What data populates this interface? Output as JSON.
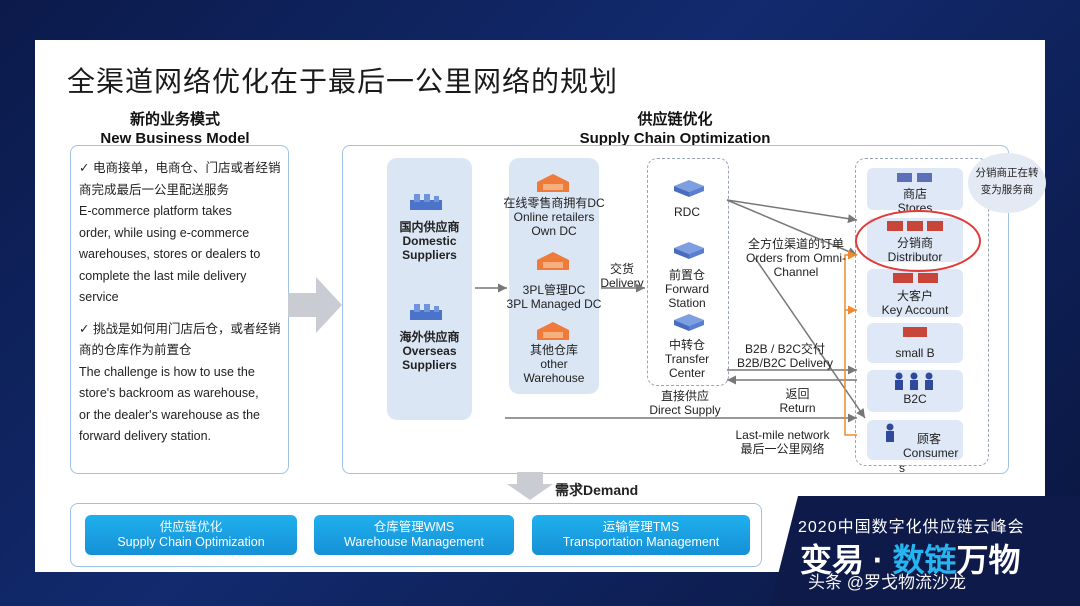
{
  "title": "全渠道网络优化在于最后一公里网络的规划",
  "left_section": {
    "heading_cn": "新的业务模式",
    "heading_en": "New Business Model",
    "bullets": [
      {
        "marker": "✓",
        "cn1": "电商接单，电商仓、门店或者经销",
        "cn2": "商完成最后一公里配送服务",
        "en1": "E-commerce platform takes",
        "en2": "order, while using e-commerce",
        "en3": "warehouses, stores or dealers to",
        "en4": "complete the last mile delivery",
        "en5": "service"
      },
      {
        "marker": "✓",
        "cn1": "挑战是如何用门店后仓，或者经销",
        "cn2": "商的仓库作为前置仓",
        "en1": "The challenge is how to use the",
        "en2": "store's backroom as warehouse,",
        "en3": "or the dealer's warehouse as the",
        "en4": "forward delivery station.",
        "en5": ""
      }
    ]
  },
  "right_section": {
    "heading_cn": "供应链优化",
    "heading_en": "Supply Chain Optimization",
    "suppliers": {
      "domestic_cn": "国内供应商",
      "domestic_en1": "Domestic",
      "domestic_en2": "Suppliers",
      "overseas_cn": "海外供应商",
      "overseas_en1": "Overseas",
      "overseas_en2": "Suppliers"
    },
    "dc": {
      "online_cn": "在线零售商拥有DC",
      "online_en1": "Online retailers",
      "online_en2": "Own DC",
      "tpl_cn": "3PL管理DC",
      "tpl_en": "3PL Managed DC",
      "other_cn": "其他仓库",
      "other_en1": "other",
      "other_en2": "Warehouse"
    },
    "delivery_cn": "交货",
    "delivery_en": "Delivery",
    "stations": {
      "rdc": "RDC",
      "forward_cn": "前置仓",
      "forward_en1": "Forward",
      "forward_en2": "Station",
      "transfer_cn": "中转仓",
      "transfer_en1": "Transfer",
      "transfer_en2": "Center"
    },
    "omni_cn": "全方位渠道的订单",
    "omni_en1": "Orders from Omni-",
    "omni_en2": "Channel",
    "b2b_cn": "B2B / B2C交付",
    "b2b_en": "B2B/B2C Delivery",
    "direct_cn": "直接供应",
    "direct_en": "Direct Supply",
    "return_cn": "返回",
    "return_en": "Return",
    "lastmile_en": "Last-mile network",
    "lastmile_cn": "最后一公里网络",
    "customers": {
      "stores_cn": "商店",
      "stores_en": "Stores",
      "distributor_cn": "分销商",
      "distributor_en": "Distributor",
      "key_cn": "大客户",
      "key_en": "Key Account",
      "smallb": "small B",
      "b2c": "B2C",
      "consumer_cn": "顾客",
      "consumer_en1": "Consumer",
      "consumer_en2": "s"
    },
    "bubble_line1": "分销商正在转",
    "bubble_line2": "变为服务商"
  },
  "demand": {
    "heading": "需求Demand",
    "pills": [
      {
        "cn": "供应链优化",
        "en": "Supply Chain Optimization"
      },
      {
        "cn": "仓库管理WMS",
        "en": "Warehouse Management"
      },
      {
        "cn": "运输管理TMS",
        "en": "Transportation Management"
      }
    ]
  },
  "branding": {
    "event": "2020中国数字化供应链云峰会",
    "slogan_a": "变易",
    "slogan_b": "数链",
    "slogan_c": "万物",
    "credit": "头条 @罗戈物流沙龙"
  },
  "colors": {
    "accent_cyan": "#1aa8ea",
    "panel_border": "#9fc3e8",
    "highlight_red": "#e23b3b",
    "return_orange": "#f08a2c"
  }
}
